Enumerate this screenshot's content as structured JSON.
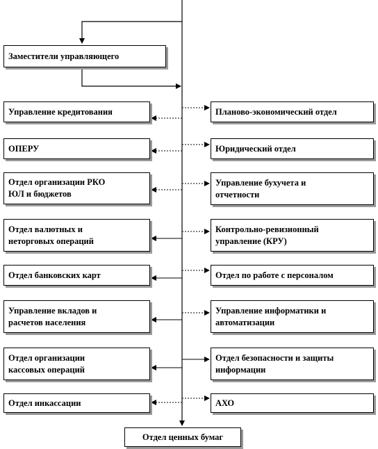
{
  "deputy": "Заместители управляющего",
  "bottom": "Отдел ценных бумаг",
  "left_units": [
    "Управление кредитования",
    "ОПЕРУ",
    "Отдел организации РКО\nЮЛ и бюджетов",
    "Отдел валютных и\nнеторговых операций",
    "Отдел банковских карт",
    "Управление вкладов и\nрасчетов населения",
    "Отдел организации\nкассовых операций",
    "Отдел инкассации"
  ],
  "right_units": [
    "Планово-экономический отдел",
    "Юридический отдел",
    "Управление бухучета  и\nотчетности",
    "Контрольно-ревизионный\nуправление (КРУ)",
    "Отдел по работе с персоналом",
    "Управление информатики и\nавтоматизации",
    "Отдел безопасности и защиты\nинформации",
    "АХО"
  ]
}
